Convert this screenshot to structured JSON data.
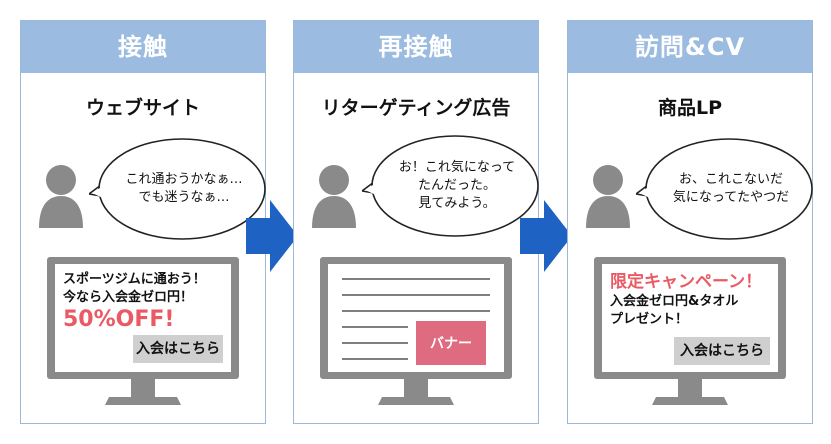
{
  "panels": [
    {
      "header": "接触",
      "channel": "ウェブサイト",
      "thought": [
        "これ通おうかなぁ…",
        "でも迷うなぁ…"
      ],
      "ad": {
        "lines": [
          "スポーツジムに通おう！",
          "今なら入会金ゼロ円！"
        ],
        "highlight": "50%OFF!",
        "cta": "入会はこちら"
      }
    },
    {
      "header": "再接触",
      "channel": "リターゲティング広告",
      "thought": [
        "お！これ気になって",
        "たんだった。",
        "見てみよう。"
      ],
      "ad": {
        "banner": "バナー"
      }
    },
    {
      "header": "訪問&CV",
      "channel": "商品LP",
      "thought": [
        "お、これこないだ",
        "気になってたやつだ"
      ],
      "ad": {
        "highlight": "限定キャンペーン！",
        "lines": [
          "入会金ゼロ円&タオル",
          "プレゼント！"
        ],
        "cta": "入会はこちら"
      }
    }
  ],
  "colors": {
    "header": "#9bbbe0",
    "arrow": "#1e63c4",
    "accent": "#ea5a64",
    "banner": "#df6b80",
    "monitor": "#8a8a8a"
  }
}
